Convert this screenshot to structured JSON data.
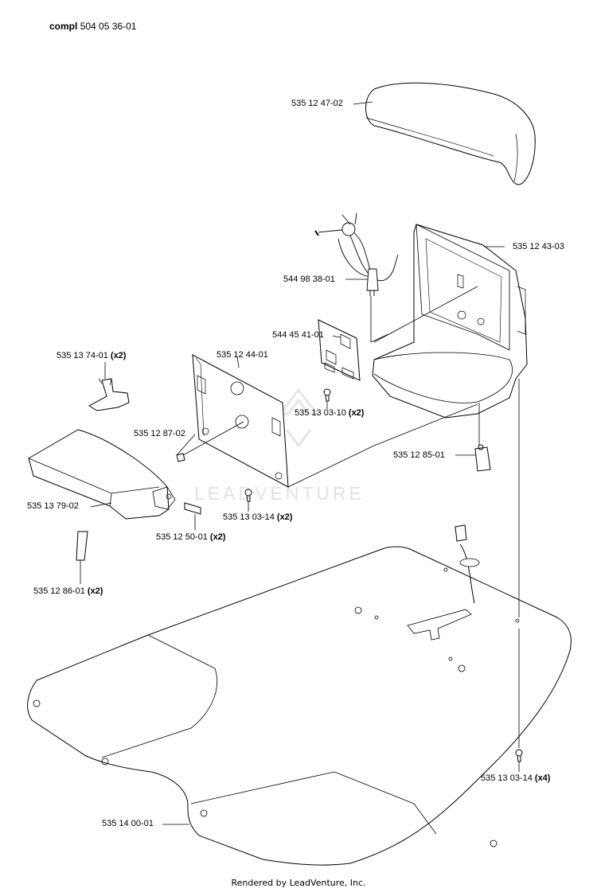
{
  "title": {
    "prefix": "compl",
    "number": "504 05 36-01"
  },
  "watermark": "LEADVENTURE",
  "footer": "Rendered by LeadVenture, Inc.",
  "parts": [
    {
      "id": "cover",
      "part": "535 12 47-02",
      "qty": ""
    },
    {
      "id": "housing",
      "part": "535 12 43-03",
      "qty": ""
    },
    {
      "id": "wire-harness",
      "part": "544 98 38-01",
      "qty": ""
    },
    {
      "id": "circuit-board",
      "part": "544 45 41-01",
      "qty": ""
    },
    {
      "id": "plate",
      "part": "535 12 44-01",
      "qty": ""
    },
    {
      "id": "clip",
      "part": "535 13 74-01",
      "qty": "(x2)"
    },
    {
      "id": "pin-small",
      "part": "535 12 87-02",
      "qty": ""
    },
    {
      "id": "screw-board",
      "part": "535 13 03-10",
      "qty": "(x2)"
    },
    {
      "id": "connector",
      "part": "535 12 85-01",
      "qty": ""
    },
    {
      "id": "ramp",
      "part": "535 13 79-02",
      "qty": ""
    },
    {
      "id": "screw-plate",
      "part": "535 13 03-14",
      "qty": "(x2)"
    },
    {
      "id": "pin-long",
      "part": "535 12 50-01",
      "qty": "(x2)"
    },
    {
      "id": "strip",
      "part": "535 12 86-01",
      "qty": "(x2)"
    },
    {
      "id": "screw-base",
      "part": "535 13 03-14",
      "qty": "(x4)"
    },
    {
      "id": "base-plate",
      "part": "535 14 00-01",
      "qty": ""
    }
  ]
}
